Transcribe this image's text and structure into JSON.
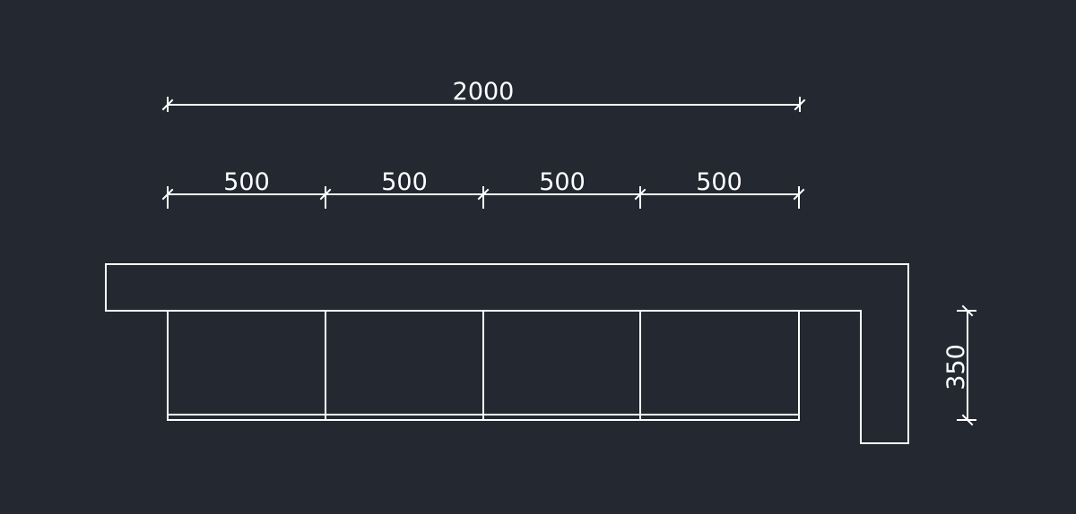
{
  "drawing": {
    "background_color": "#232831",
    "line_color": "#ffffff",
    "overall_dimension": "2000",
    "segment_dimensions": [
      "500",
      "500",
      "500",
      "500"
    ],
    "depth_dimension": "350"
  }
}
